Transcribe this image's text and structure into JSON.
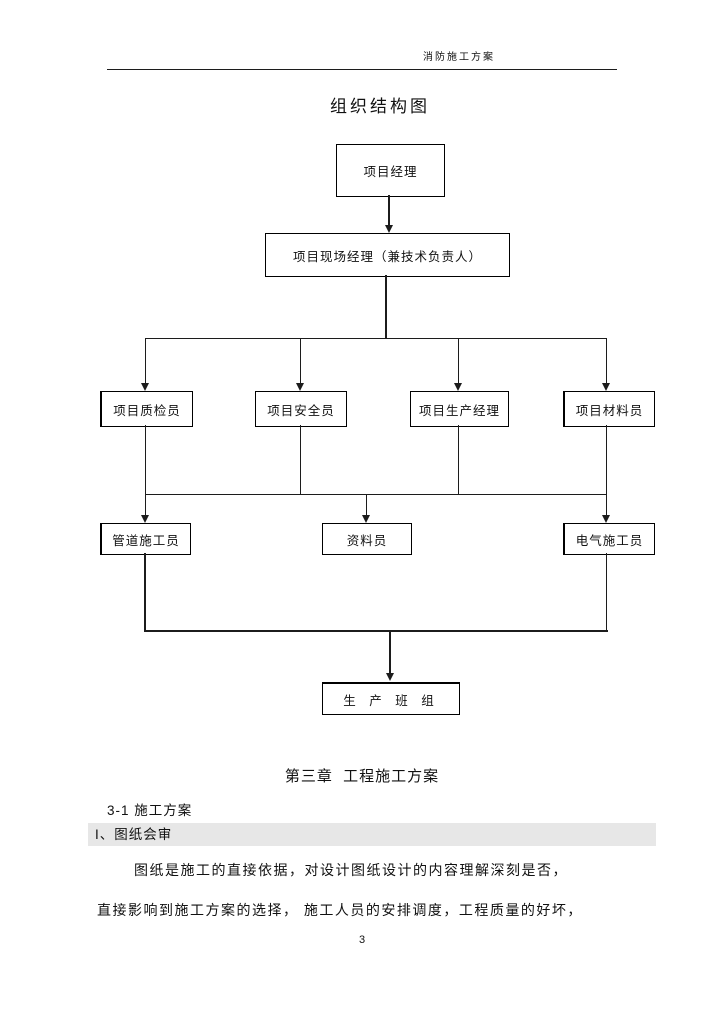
{
  "page": {
    "header": "消防施工方案",
    "diagram_title": "组织结构图",
    "page_number": "3"
  },
  "org_chart": {
    "nodes": {
      "project_manager": "项目经理",
      "site_manager": "项目现场经理（兼技术负责人）",
      "quality_inspector": "项目质检员",
      "safety_officer": "项目安全员",
      "production_manager": "项目生产经理",
      "material_officer": "项目材料员",
      "pipeline_worker": "管道施工员",
      "documenter": "资料员",
      "electrical_worker": "电气施工员",
      "production_team": "生 产 班 组"
    }
  },
  "sections": {
    "chapter_title": "第三章  工程施工方案",
    "section_title": "3-1 施工方案",
    "subsection_title": "I、图纸会审",
    "paragraph_line1": "图纸是施工的直接依据，对设计图纸设计的内容理解深刻是否，",
    "paragraph_line2": "直接影响到施工方案的选择， 施工人员的安排调度，工程质量的好坏，"
  }
}
